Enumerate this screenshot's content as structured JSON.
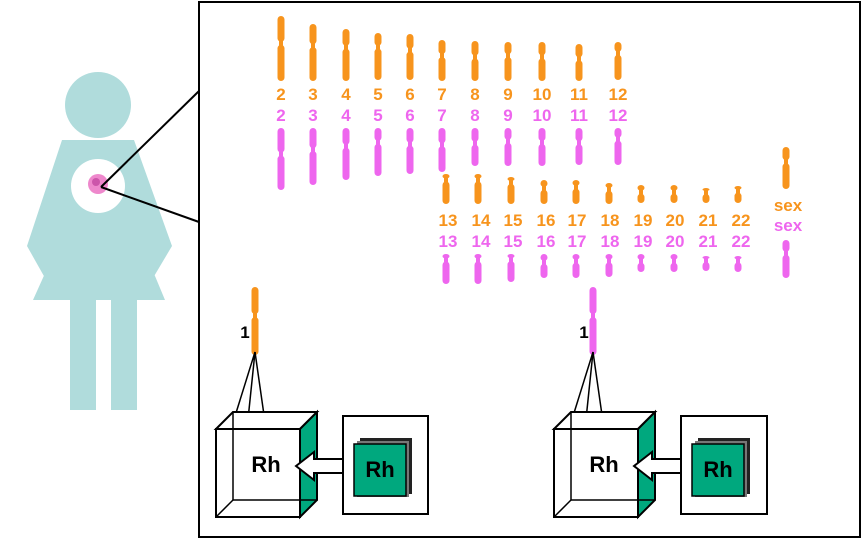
{
  "colors": {
    "maternal": "#f7941d",
    "paternal": "#ee66ee",
    "figure": "#b0dcdc",
    "cell_nucleus": "#ee88cc",
    "gene_box": "#00a87e"
  },
  "chromosome_labels": {
    "row1": [
      "2",
      "3",
      "4",
      "5",
      "6",
      "7",
      "8",
      "9",
      "10",
      "11",
      "12"
    ],
    "row2": [
      "13",
      "14",
      "15",
      "16",
      "17",
      "18",
      "19",
      "20",
      "21",
      "22"
    ],
    "sex": "sex"
  },
  "chromosome_one_label": "1",
  "gene_left": {
    "outer_label": "Rh",
    "inner_label": "Rh"
  },
  "gene_right": {
    "outer_label": "Rh",
    "inner_label": "Rh"
  }
}
